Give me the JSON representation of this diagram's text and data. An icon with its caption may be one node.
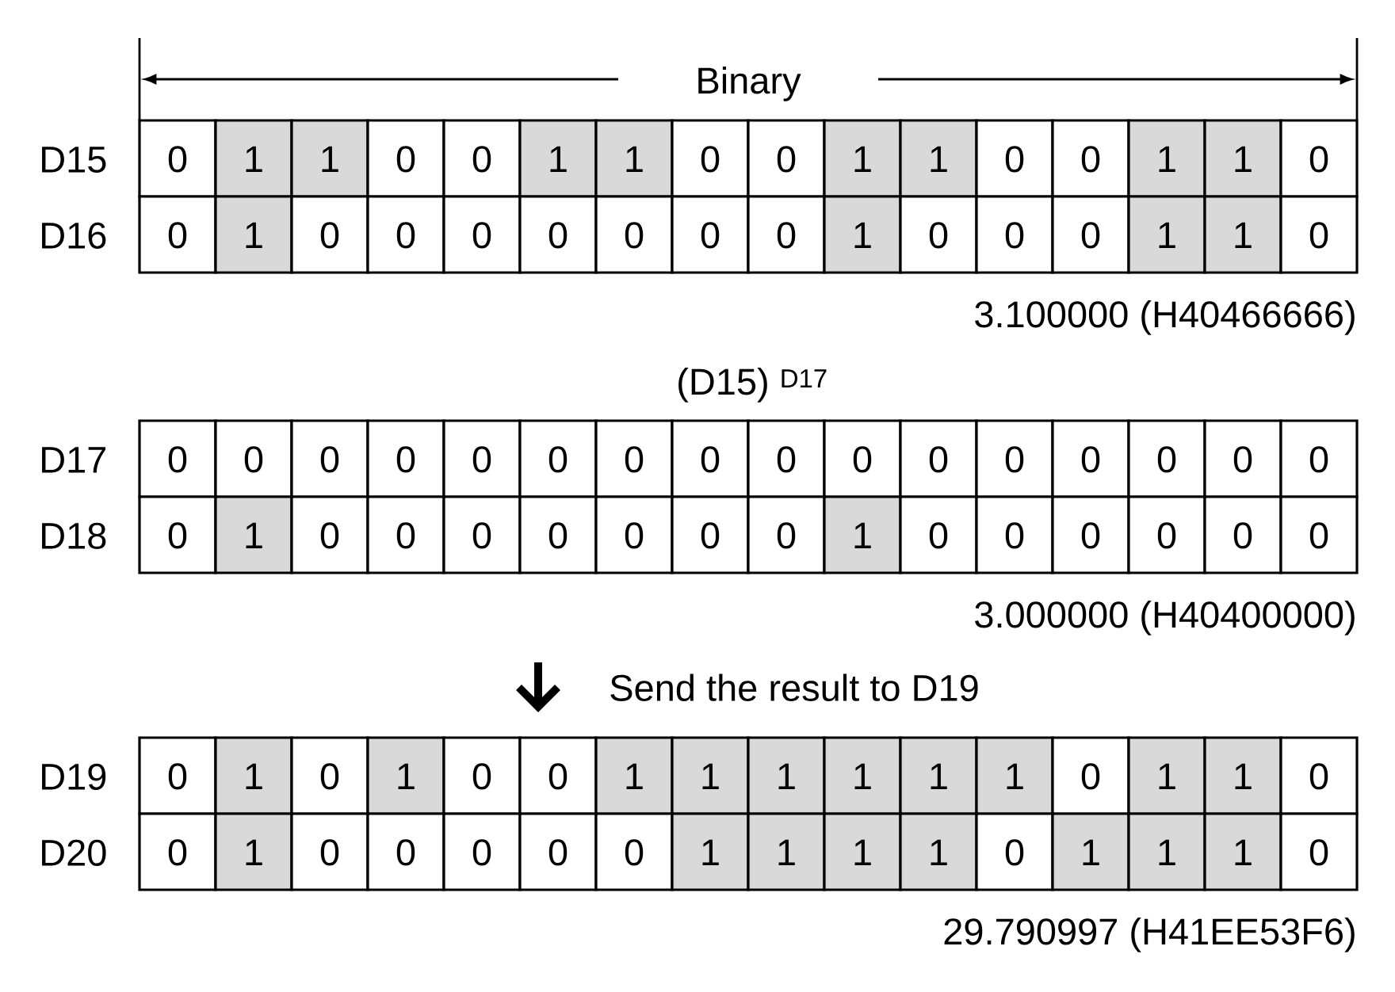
{
  "diagram": {
    "labels": [
      "Binary",
      "D15",
      "0",
      "1",
      "1",
      "0",
      "0",
      "1",
      "1",
      "0",
      "0",
      "1",
      "1",
      "0",
      "0",
      "1",
      "1",
      "0",
      "D16",
      "0",
      "1",
      "0",
      "0",
      "0",
      "0",
      "0",
      "0",
      "0",
      "1",
      "0",
      "0",
      "0",
      "1",
      "1",
      "0",
      "3.100000 (H40466666)",
      "(D15) $^{D17}$",
      "D17",
      "0",
      "0",
      "0",
      "0",
      "0",
      "0",
      "0",
      "0",
      "0",
      "0",
      "0",
      "0",
      "0",
      "0",
      "0",
      "0",
      "D18",
      "0",
      "1",
      "0",
      "0",
      "0",
      "0",
      "0",
      "0",
      "0",
      "1",
      "0",
      "0",
      "0",
      "0",
      "0",
      "0",
      "3.000000 (H40400000)",
      "Send the result to D19",
      "D19",
      "0",
      "1",
      "0",
      "1",
      "0",
      "0",
      "1",
      "1",
      "1",
      "1",
      "1",
      "1",
      "0",
      "1",
      "1",
      "0",
      "D20",
      "0",
      "1",
      "0",
      "0",
      "0",
      "0",
      "0",
      "1",
      "1",
      "1",
      "1",
      "0",
      "1",
      "1",
      "1",
      "0",
      "29.790997 (H41EE53F6)"
    ]
  }
}
